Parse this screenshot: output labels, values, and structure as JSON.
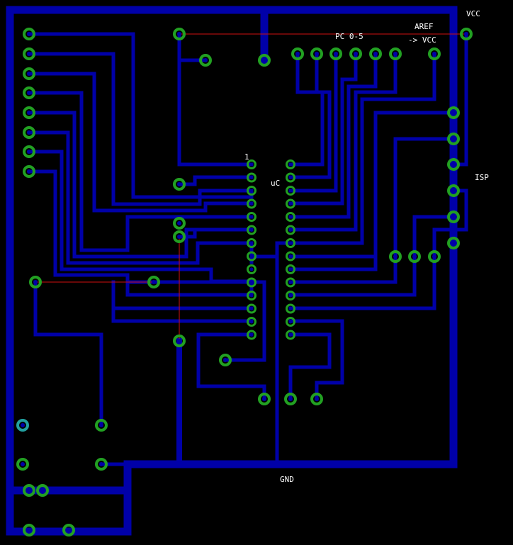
{
  "labels": {
    "vcc": "VCC",
    "pc": "PC 0-5",
    "aref": "AREF",
    "aref_to": "-> VCC",
    "isp": "ISP",
    "uc": "uC",
    "pin1": "1",
    "gnd": "GND"
  },
  "colors": {
    "background": "#000000",
    "trace": "#0000a8",
    "pad_ring": "#22a022",
    "pad_ring_alt": "#22a0a0",
    "pad_hole": "#0000a8",
    "airwire": "#d01010",
    "text": "#ffffff"
  }
}
